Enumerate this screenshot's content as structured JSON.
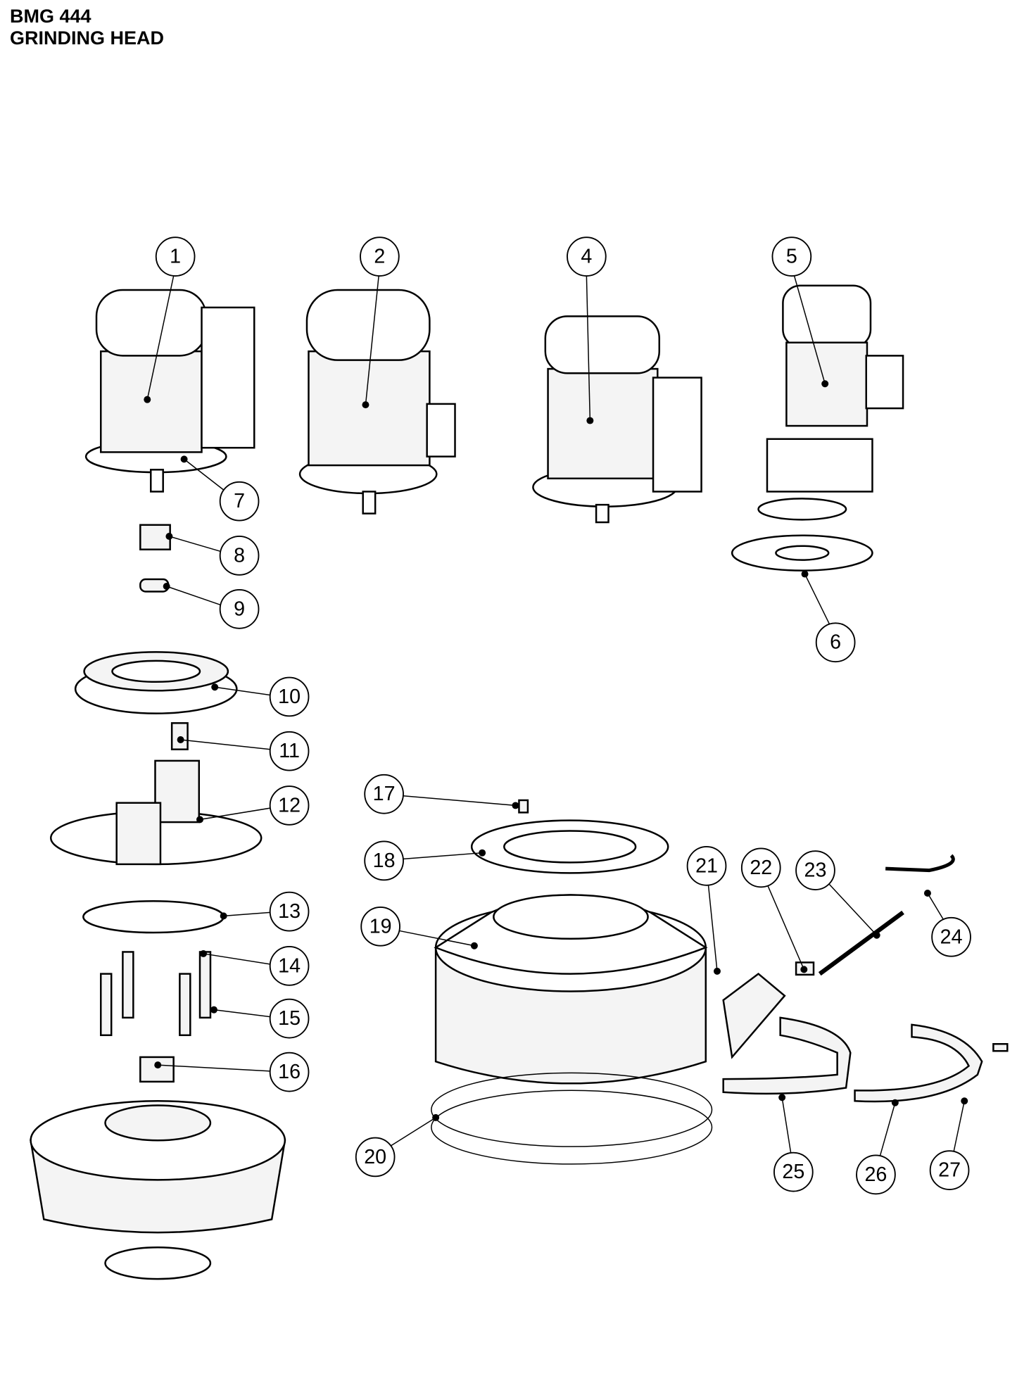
{
  "title": {
    "line1": "BMG 444",
    "line2": "GRINDING HEAD"
  },
  "callouts": [
    "1",
    "2",
    "4",
    "5",
    "6",
    "7",
    "8",
    "9",
    "10",
    "11",
    "12",
    "13",
    "14",
    "15",
    "16",
    "17",
    "18",
    "19",
    "20",
    "21",
    "22",
    "23",
    "24",
    "25",
    "26",
    "27"
  ]
}
